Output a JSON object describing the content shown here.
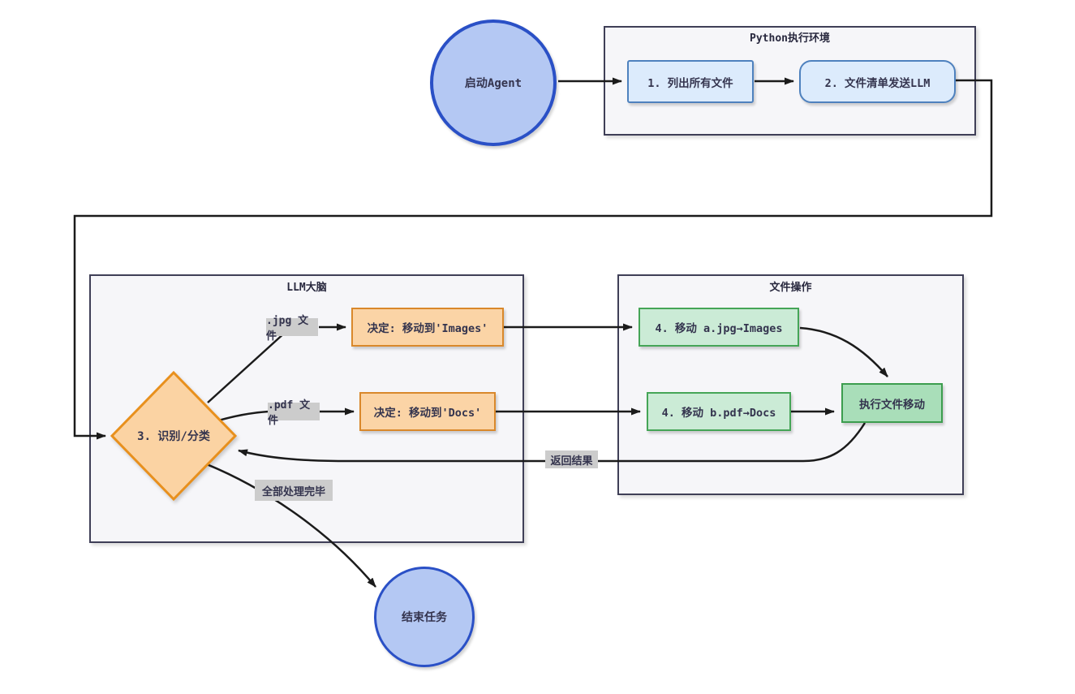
{
  "groups": {
    "python_env": {
      "title": "Python执行环境"
    },
    "llm_brain": {
      "title": "LLM大脑"
    },
    "file_ops": {
      "title": "文件操作"
    }
  },
  "nodes": {
    "start": {
      "label": "启动Agent"
    },
    "list_files": {
      "label": "1. 列出所有文件"
    },
    "send_llm": {
      "label": "2. 文件清单发送LLM"
    },
    "classify": {
      "label": "3. 识别/分类"
    },
    "decide_images": {
      "label": "决定: 移动到'Images'"
    },
    "decide_docs": {
      "label": "决定: 移动到'Docs'"
    },
    "move_jpg": {
      "label": "4. 移动 a.jpg→Images"
    },
    "move_pdf": {
      "label": "4. 移动 b.pdf→Docs"
    },
    "exec_move": {
      "label": "执行文件移动"
    },
    "end": {
      "label": "结束任务"
    }
  },
  "edge_labels": {
    "jpg_file": ".jpg 文件",
    "pdf_file": ".pdf 文件",
    "return_result": "返回结果",
    "all_done": "全部处理完毕"
  },
  "colors": {
    "circle_fill": "#b4c8f3",
    "circle_border": "#2a50c6",
    "blue_fill": "#dcebfc",
    "blue_border": "#4e81be",
    "orange_fill": "#fbd4a6",
    "orange_border": "#d9882b",
    "diamond_fill": "#fbd3a3",
    "diamond_border": "#e8901d",
    "green_fill": "#cbebd6",
    "green_border": "#45a557",
    "green_dark_fill": "#a9deb9",
    "group_fill": "#f6f6f9",
    "group_border": "#3f3f57",
    "edge_stroke": "#1b1b1b",
    "edge_label_bg": "#cccccc",
    "text": "#34344e"
  }
}
